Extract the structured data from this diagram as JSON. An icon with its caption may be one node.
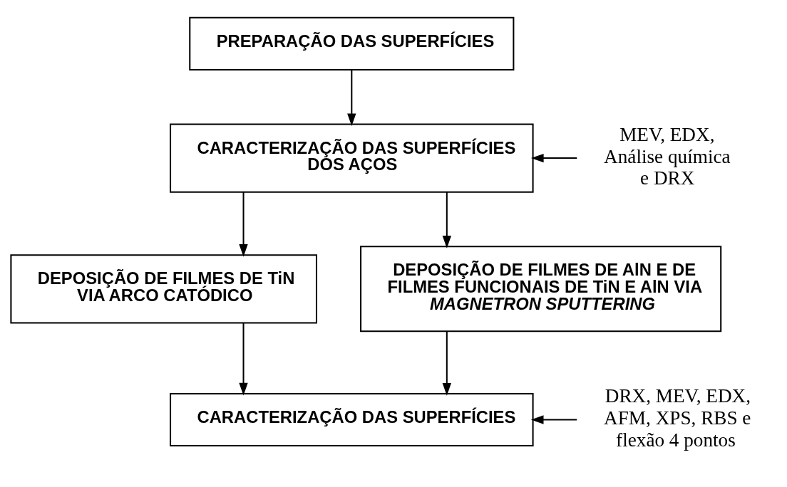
{
  "diagram": {
    "nodes": [
      {
        "text": [
          "PREPARAÇÃO DAS SUPERFÍCIES"
        ]
      },
      {
        "text": [
          "CARACTERIZAÇÃO DAS SUPERFÍCIES DOS AÇOS"
        ]
      },
      {
        "text": [
          "MEV, EDX, Análise química e DRX"
        ]
      },
      {
        "text": [
          "DEPOSIÇÃO DE FILMES DE TiN VIA ARCO CATÓDICO"
        ]
      },
      {
        "text": [
          "DEPOSIÇÃO DE FILMES DE AlN E DE FILMES FUNCIONAIS DE TiN E AlN VIA *MAGNETRON SPUTTERING*"
        ]
      },
      {
        "text": [
          "CARACTERIZAÇÃO DAS SUPERFÍCIES"
        ]
      },
      {
        "text": [
          "DRX, MEV, EDX, AFM, XPS, RBS e flexão 4 pontos"
        ]
      }
    ],
    "edges": [
      {
        "from": 0,
        "to": 1,
        "arrow": "to"
      },
      {
        "from": 2,
        "to": 1,
        "arrow": "to"
      },
      {
        "from": 1,
        "to": 3,
        "arrow": "to"
      },
      {
        "from": 1,
        "to": 4,
        "arrow": "to"
      },
      {
        "from": 3,
        "to": 5,
        "arrow": "to"
      },
      {
        "from": 4,
        "to": 5,
        "arrow": "to"
      },
      {
        "from": 6,
        "to": 5,
        "arrow": "to"
      }
    ]
  }
}
